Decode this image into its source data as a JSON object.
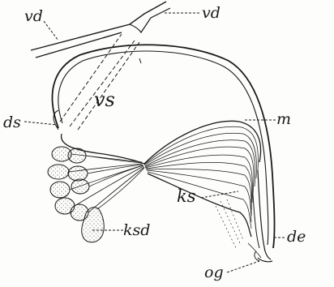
{
  "labels": {
    "vd_left": "vd",
    "vd_right": "vd",
    "vs": "vs",
    "ds": "ds",
    "m": "m",
    "ks": "ks",
    "ksd": "ksd",
    "de": "de",
    "og": "og"
  },
  "colors": {
    "ink": "#1a1a1a",
    "paper": "#fdfdfc"
  }
}
